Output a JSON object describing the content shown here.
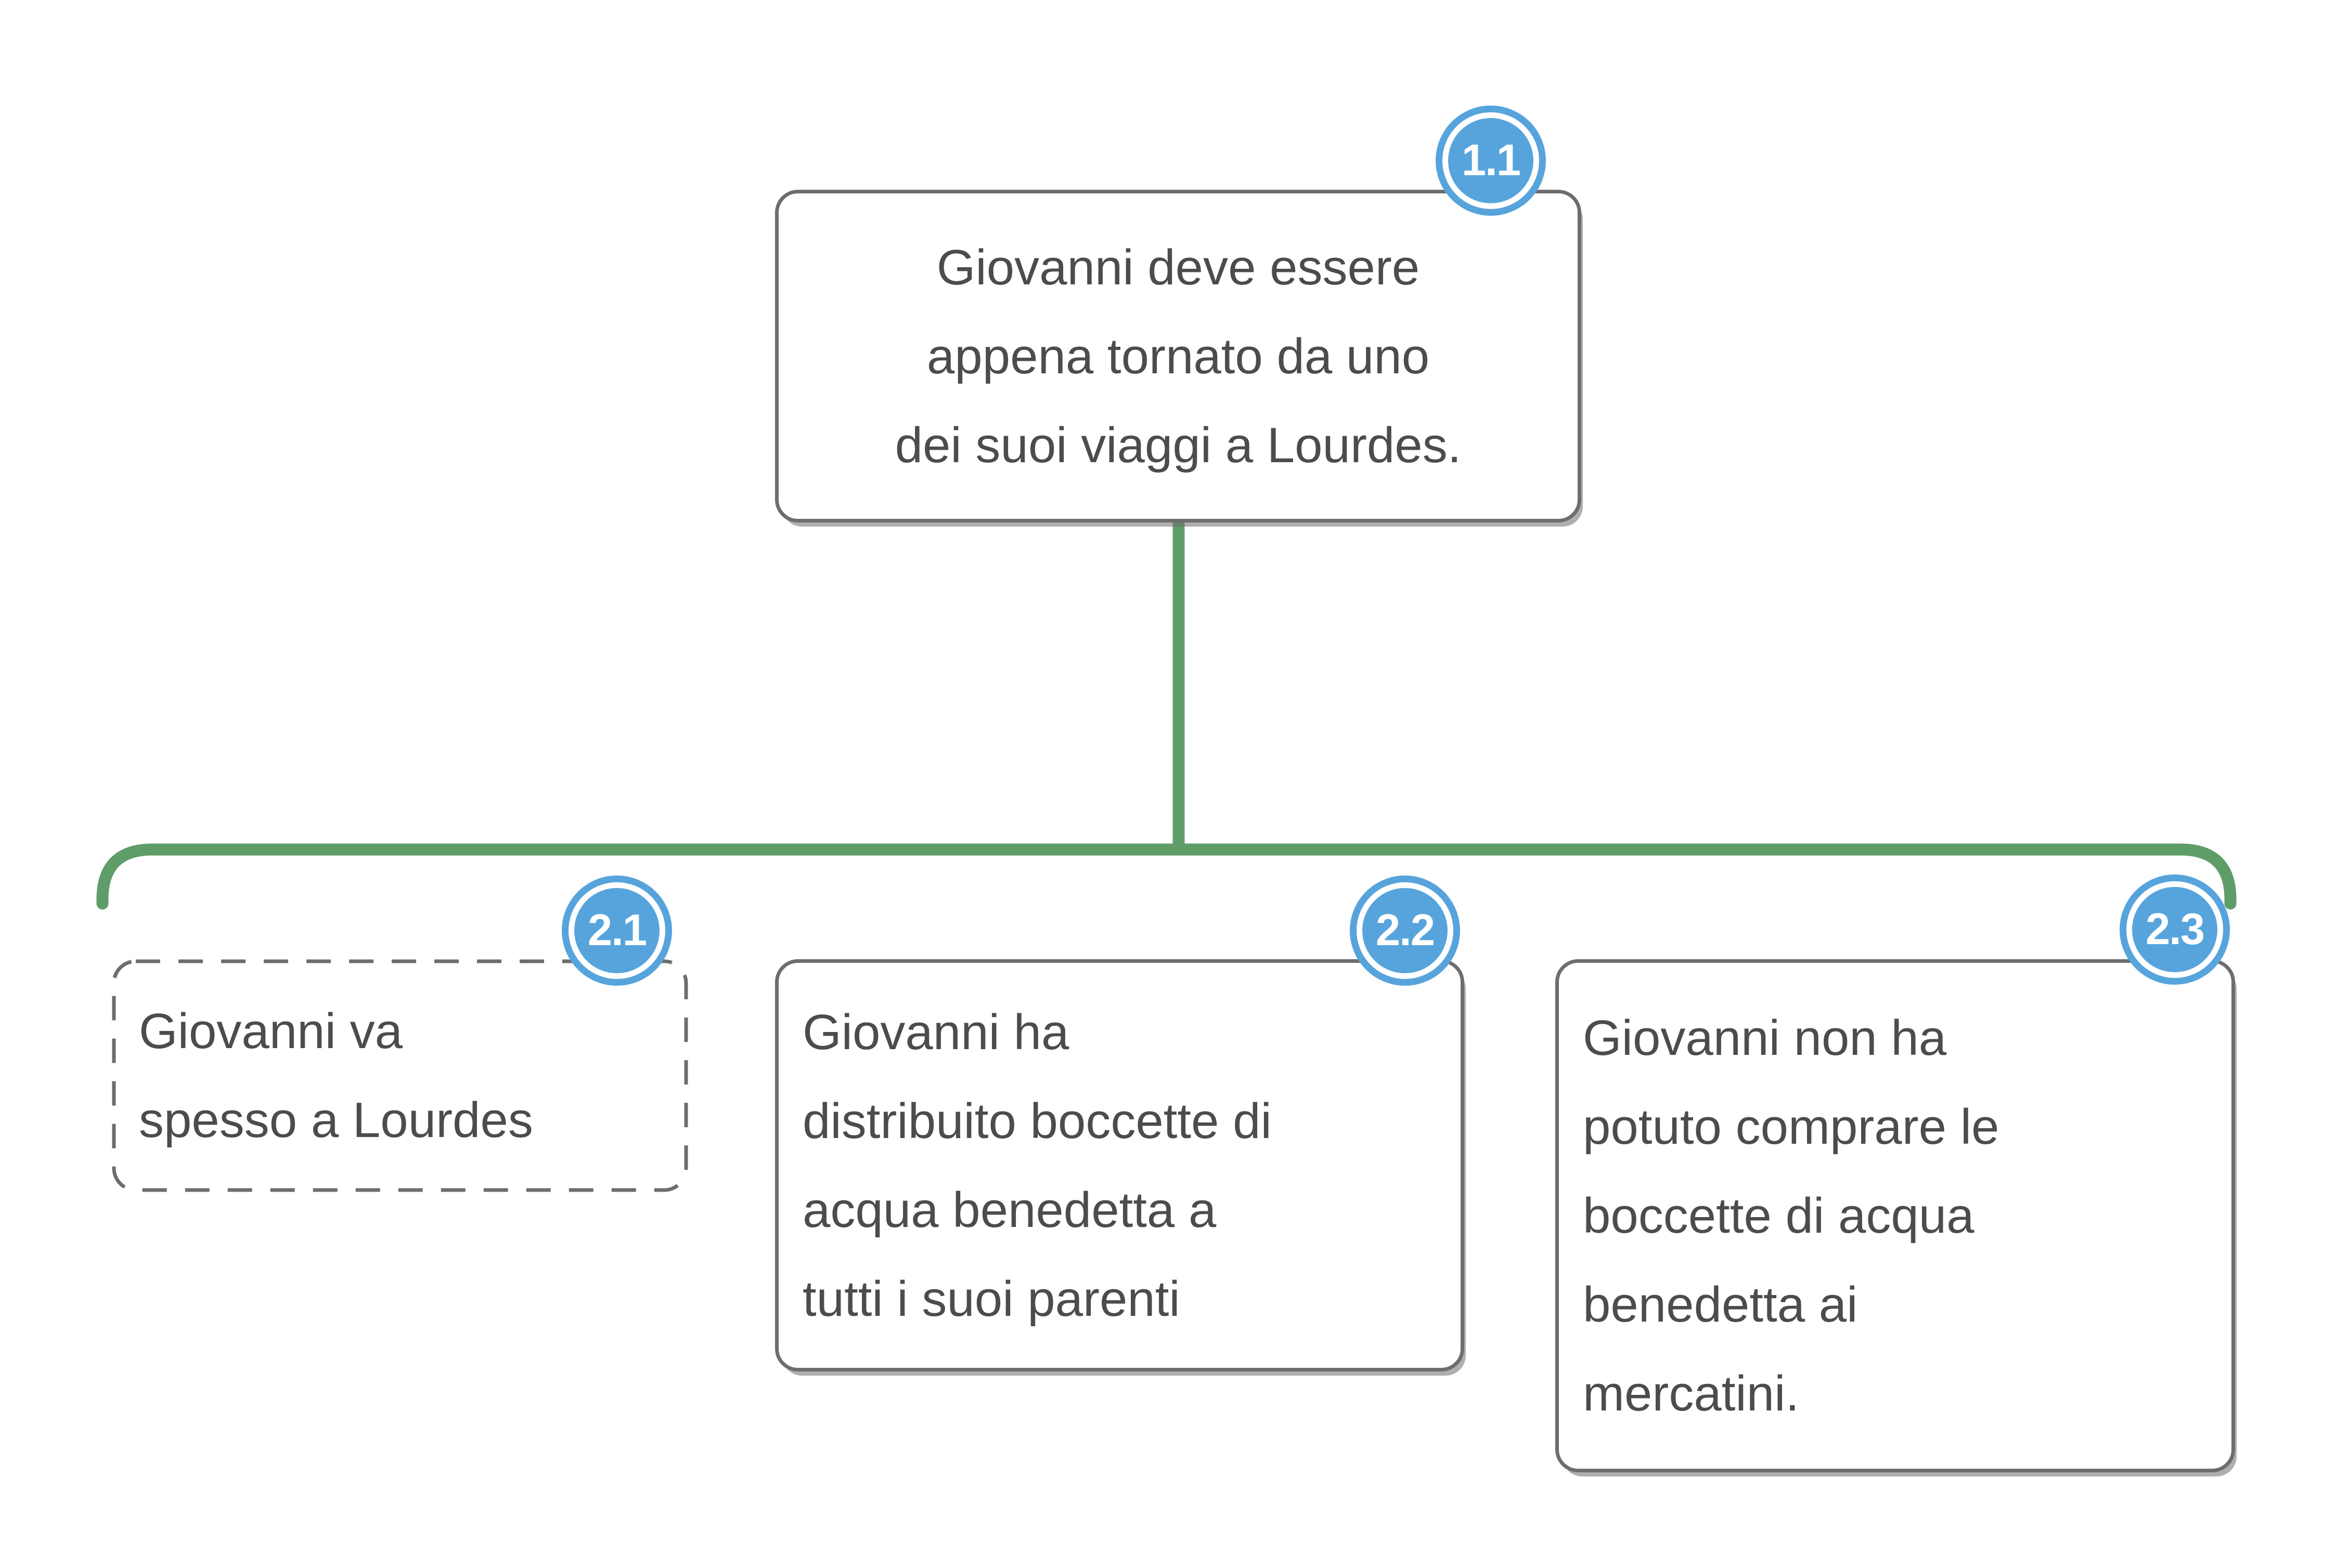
{
  "colors": {
    "connector_green": "#5f9d68",
    "badge_blue": "#57a4dc",
    "border_gray": "#6d6d6d",
    "text_gray": "#4c4c4c"
  },
  "nodes": {
    "root": {
      "badge": "1.1",
      "lines": {
        "0": "Giovanni deve essere",
        "1": "appena tornato da uno",
        "2": "dei suoi viaggi a Lourdes."
      }
    },
    "child1": {
      "badge": "2.1",
      "lines": {
        "0": "Giovanni va",
        "1": "spesso a Lourdes"
      }
    },
    "child2": {
      "badge": "2.2",
      "lines": {
        "0": "Giovanni ha",
        "1": "distribuito boccette di",
        "2": "acqua benedetta a",
        "3": "tutti i suoi parenti"
      }
    },
    "child3": {
      "badge": "2.3",
      "lines": {
        "0": "Giovanni non ha",
        "1": "potuto comprare le",
        "2": "boccette di acqua",
        "3": "benedetta ai",
        "4": "mercatini."
      }
    }
  }
}
